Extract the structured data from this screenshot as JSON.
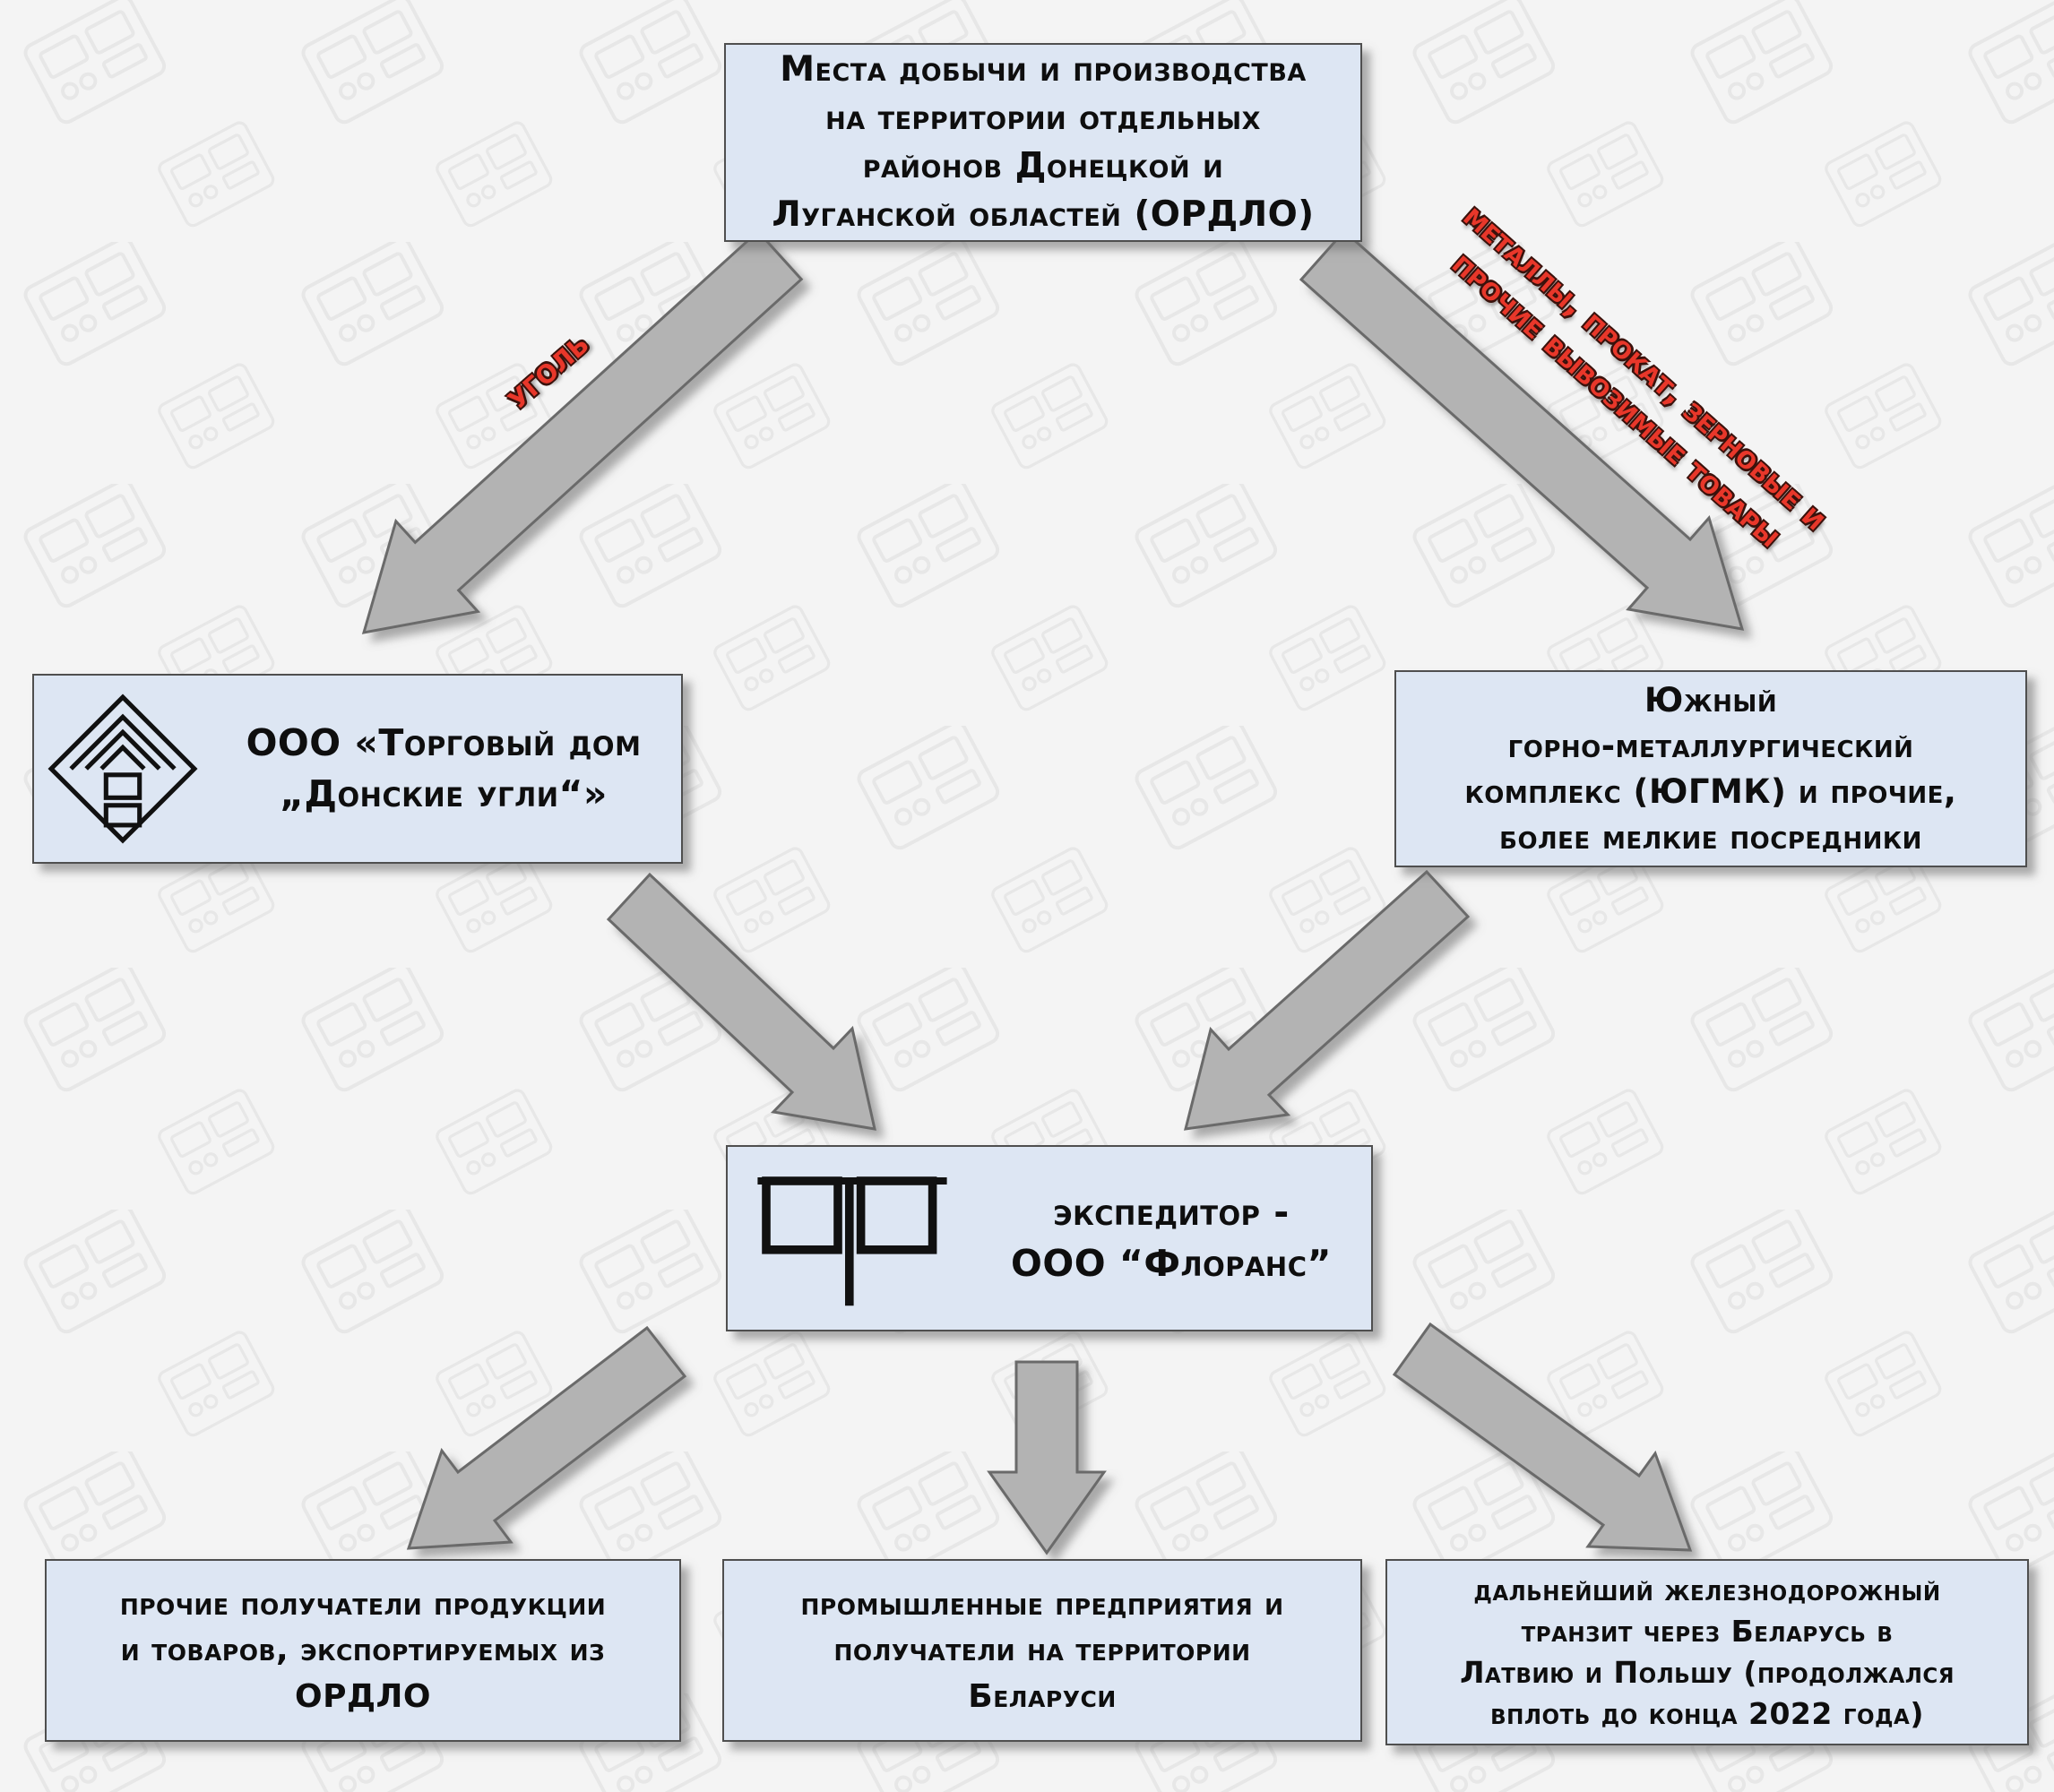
{
  "diagram": {
    "title_semantic": "ORDLO export flow scheme",
    "colors": {
      "box_bg": "#dde6f3",
      "box_border": "#4f4f4f",
      "arrow_fill": "#b3b3b3",
      "arrow_stroke": "#6b6b6b",
      "label_red": "#e8372a",
      "background": "#f4f4f4"
    },
    "boxes": {
      "source": {
        "lines": [
          "Места добычи и производства",
          "на территории отдельных",
          "районов Донецкой и",
          "Луганской областей (ОРДЛО)"
        ]
      },
      "don_coals": {
        "logo": "donskie-ugli-diamond-logo",
        "lines": [
          "ООО «Торговый дом",
          "„Донские угли“»"
        ]
      },
      "yugmk": {
        "lines": [
          "Южный",
          "горно-металлургический",
          "комплекс (ЮГМК) и прочие,",
          "более мелкие посредники"
        ]
      },
      "florans": {
        "logo": "florans-squares-logo",
        "lines": [
          "экспедитор -",
          "ООО “Флоранс”"
        ]
      },
      "other_recipients": {
        "lines": [
          "прочие получатели продукции",
          "и товаров, экспортируемых из",
          "ОРДЛО"
        ]
      },
      "belarus_enterprises": {
        "lines": [
          "промышленные предприятия и",
          "получатели на территории",
          "Беларуси"
        ]
      },
      "rail_transit": {
        "lines": [
          "дальнейший железнодорожный",
          "транзит через Беларусь в",
          "Латвию и Польшу (продолжался",
          "вплоть до конца 2022 года)"
        ]
      }
    },
    "arrow_labels": {
      "coal": "уголь",
      "metals": {
        "lines": [
          "металлы, прокат, зерновые и",
          "прочие вывозимые товары"
        ]
      }
    }
  }
}
